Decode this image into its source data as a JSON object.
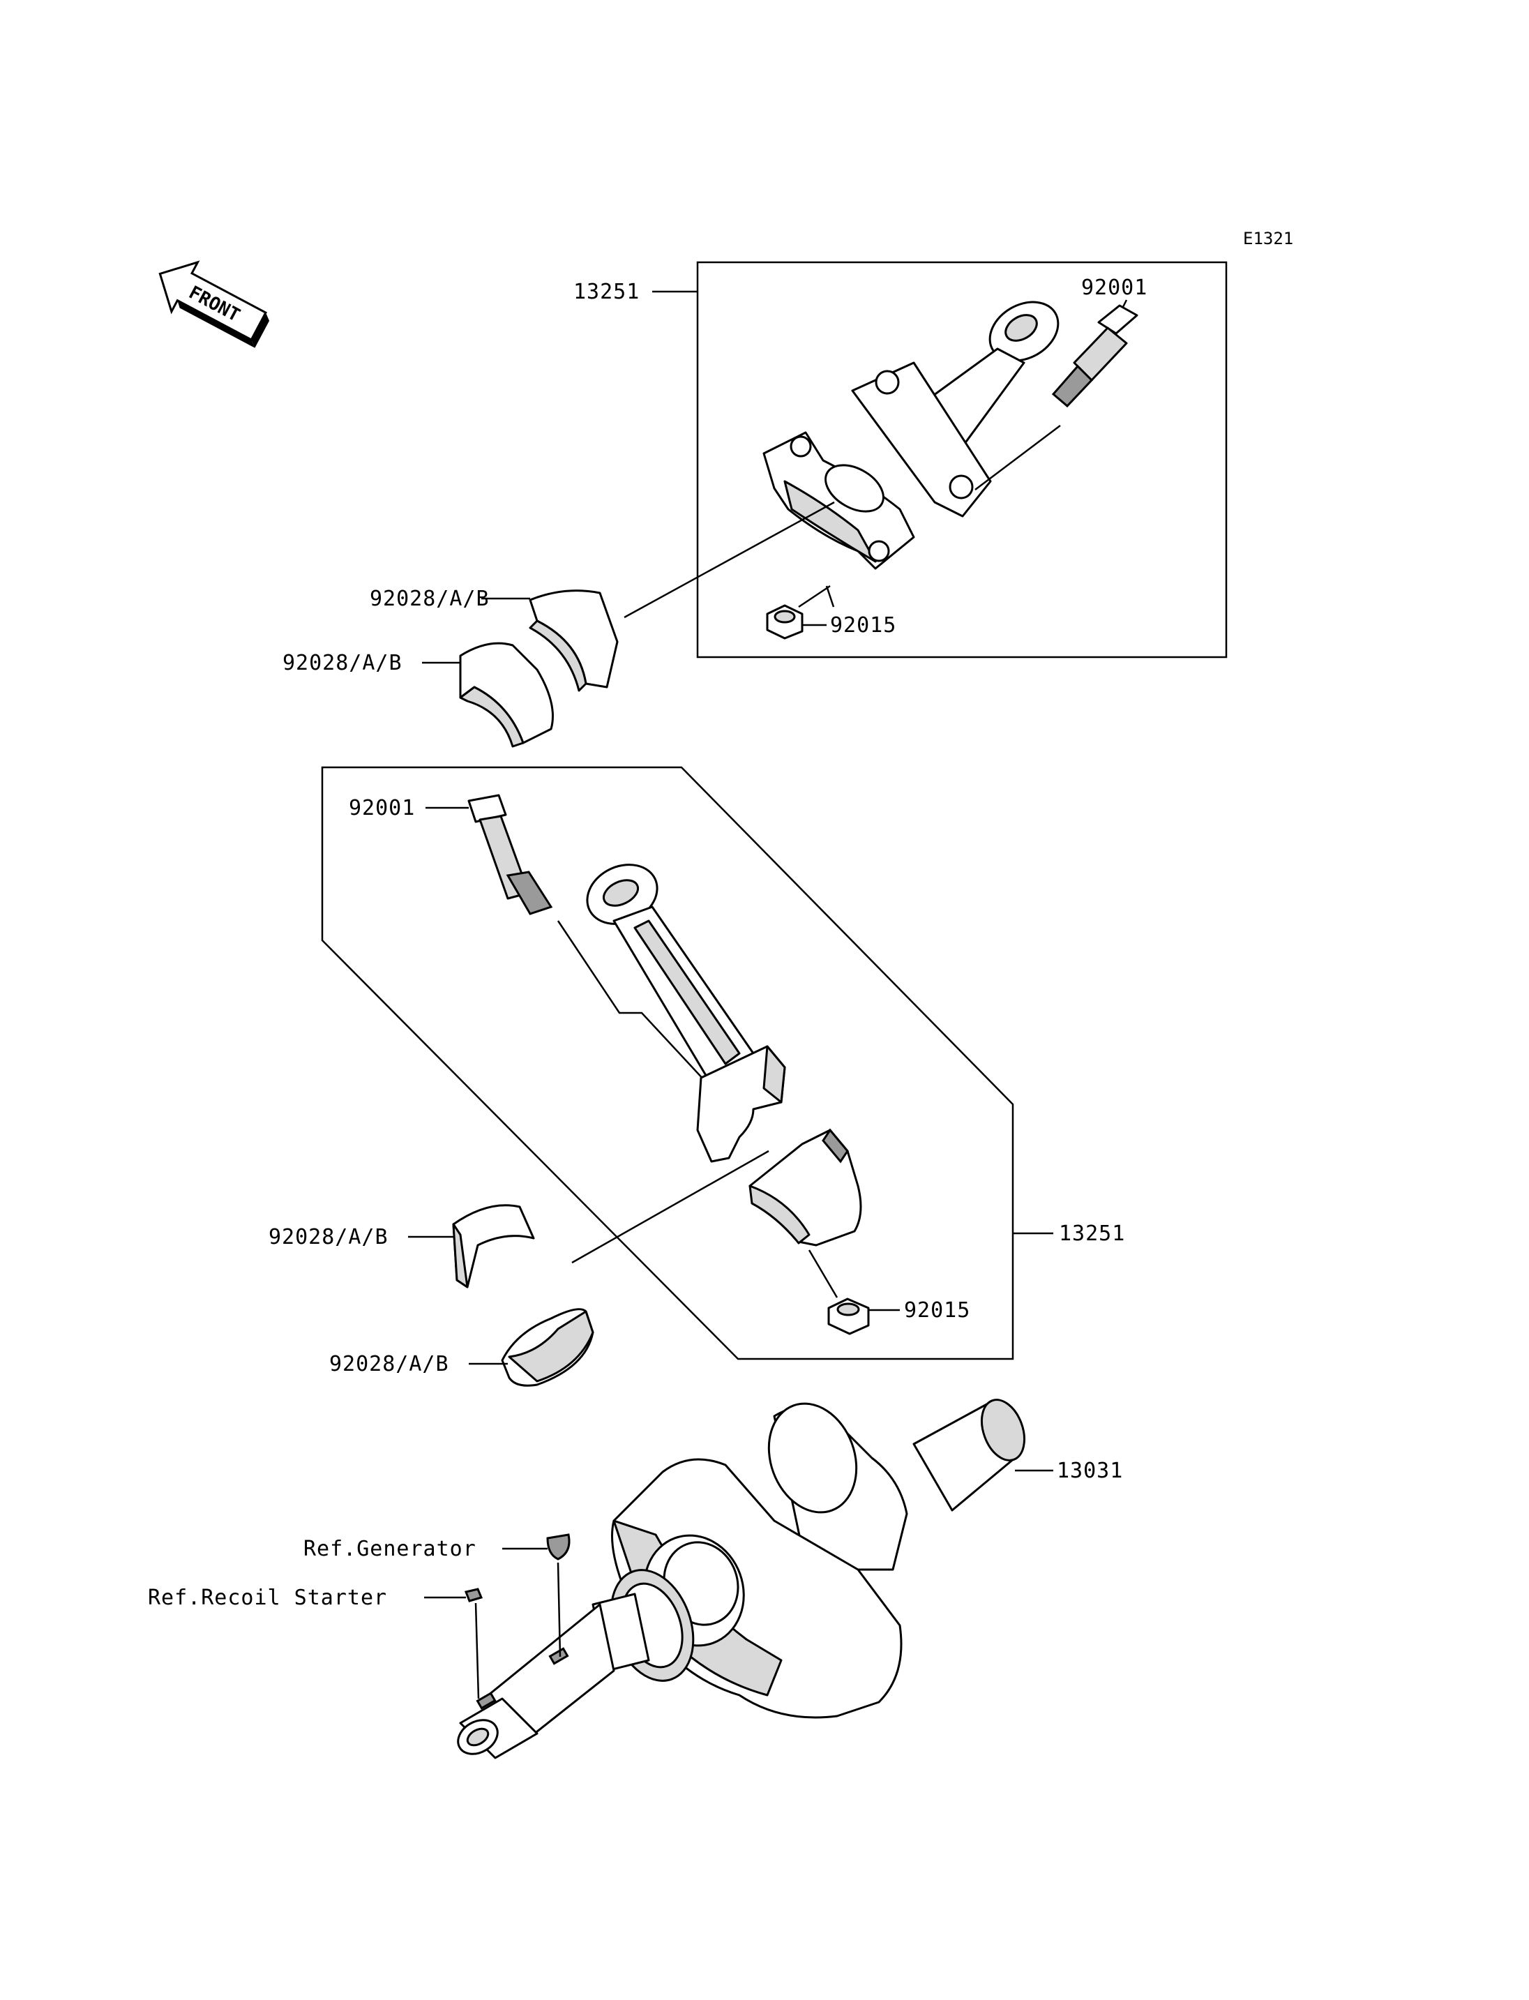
{
  "diagram_code": "E1321",
  "front_indicator": "FRONT",
  "labels": {
    "rod_assy_top": "13251",
    "bolt_top": "92001",
    "nut_top": "92015",
    "bearing_top_upper": "92028/A/B",
    "bearing_top_lower": "92028/A/B",
    "bolt_lower": "92001",
    "bearing_lower_upper": "92028/A/B",
    "bearing_lower_lower": "92028/A/B",
    "rod_assy_lower": "13251",
    "nut_lower": "92015",
    "crankshaft": "13031",
    "ref_generator": "Ref.Generator",
    "ref_recoil_starter": "Ref.Recoil Starter"
  }
}
